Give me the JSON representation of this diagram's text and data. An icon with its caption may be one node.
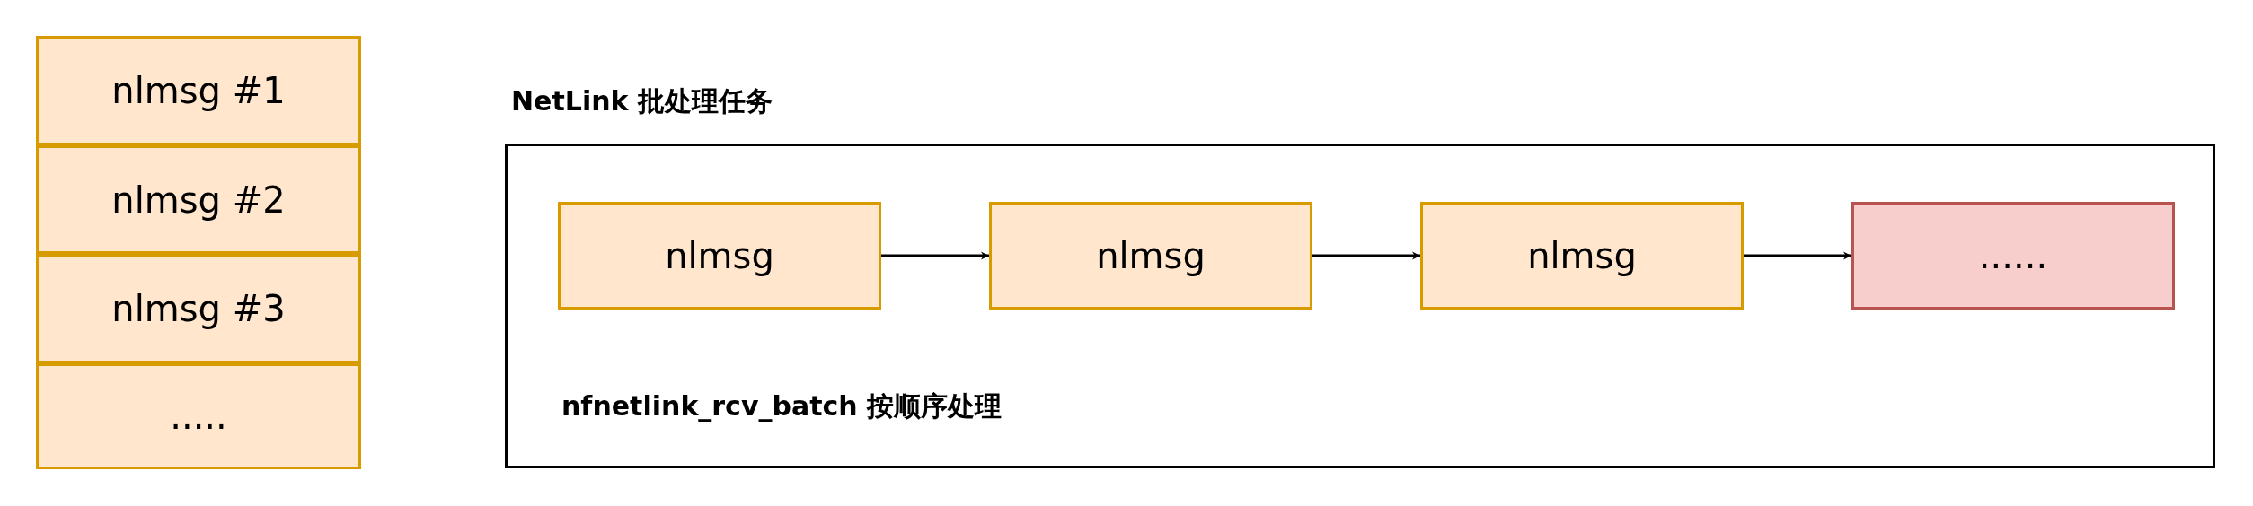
{
  "diagram": {
    "nodes": [
      {
        "text": [
          "nlmsg #1"
        ]
      },
      {
        "text": [
          "nlmsg #2"
        ]
      },
      {
        "text": [
          "nlmsg #3"
        ]
      },
      {
        "text": [
          "....."
        ]
      },
      {
        "text": [
          "NetLink 批处理任务",
          "nfnetlink_rcv_batch 按顺序处理"
        ]
      },
      {
        "text": [
          "nlmsg"
        ],
        "in": 4
      },
      {
        "text": [
          "nlmsg"
        ],
        "in": 4
      },
      {
        "text": [
          "nlmsg"
        ],
        "in": 4
      },
      {
        "text": [
          "......"
        ],
        "in": 4
      }
    ],
    "edges": [
      {
        "from": 5,
        "to": 6,
        "arrow": "to"
      },
      {
        "from": 6,
        "to": 7,
        "arrow": "to"
      },
      {
        "from": 7,
        "to": 8,
        "arrow": "to"
      }
    ]
  }
}
